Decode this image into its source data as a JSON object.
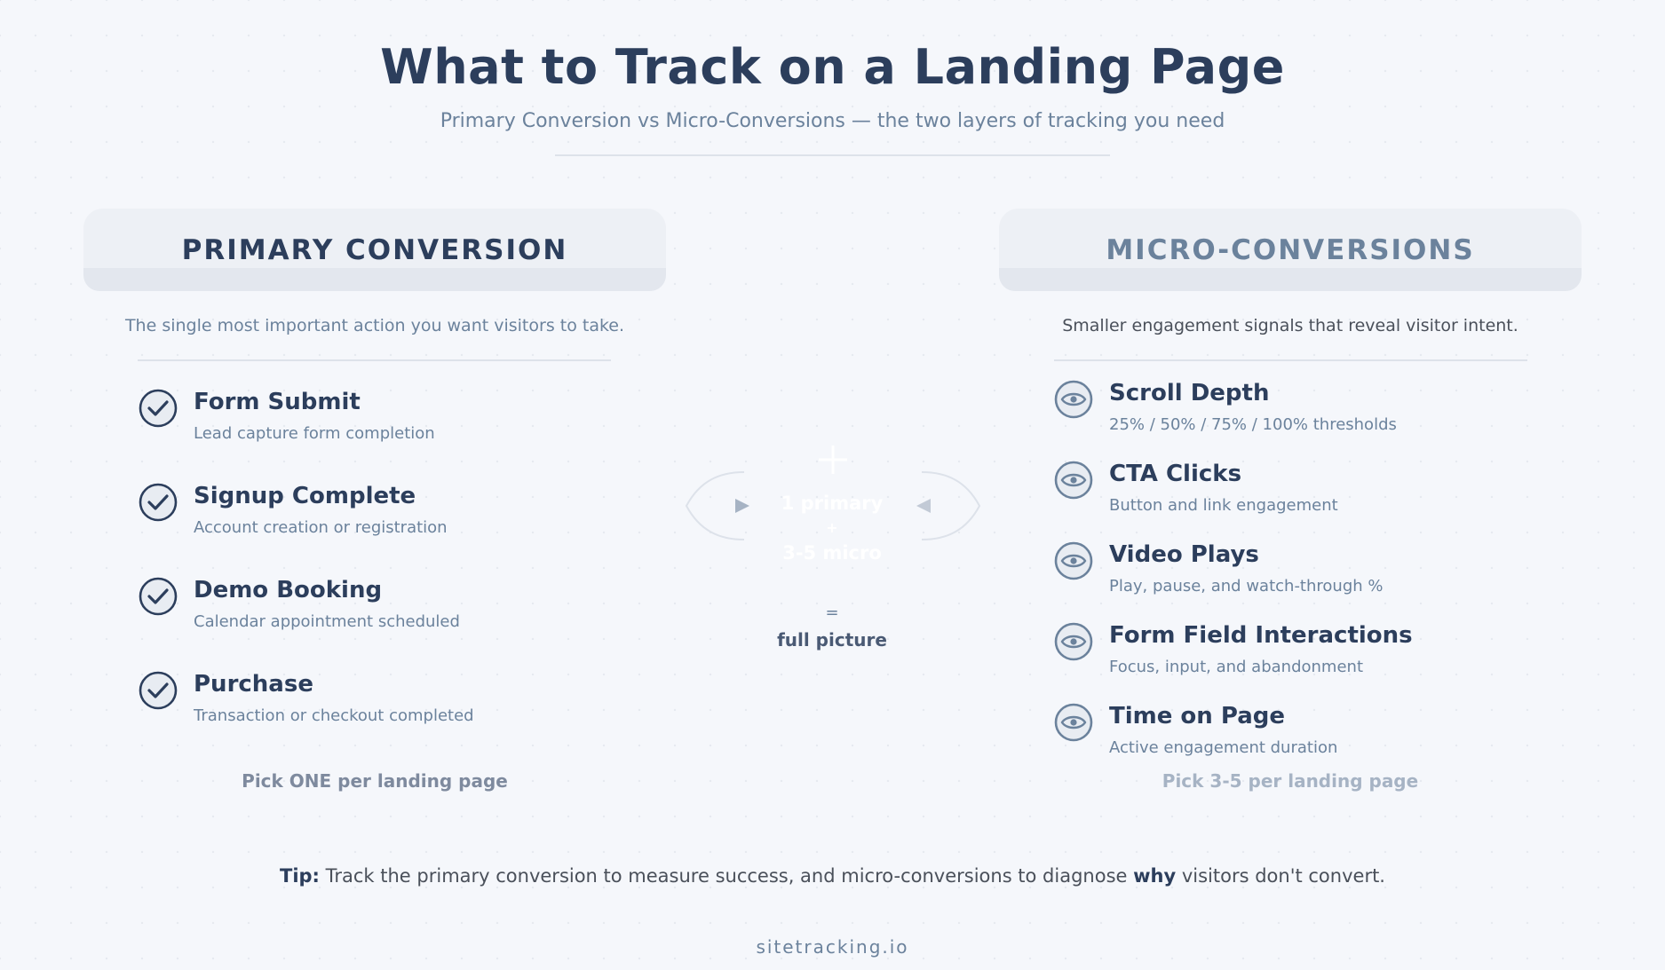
{
  "header": {
    "title": "What to Track on a Landing Page",
    "subtitle": "Primary Conversion vs Micro-Conversions — the two layers of tracking you need"
  },
  "primary": {
    "heading": "PRIMARY CONVERSION",
    "description": "The single most important action you want visitors to take.",
    "items": [
      {
        "title": "Form Submit",
        "desc": "Lead capture form completion",
        "icon": "check-circle-icon"
      },
      {
        "title": "Signup Complete",
        "desc": "Account creation or registration",
        "icon": "check-circle-icon"
      },
      {
        "title": "Demo Booking",
        "desc": "Calendar appointment scheduled",
        "icon": "check-circle-icon"
      },
      {
        "title": "Purchase",
        "desc": "Transaction or checkout completed",
        "icon": "check-circle-icon"
      }
    ],
    "pick_note": "Pick ONE per landing page"
  },
  "micro": {
    "heading": "MICRO-CONVERSIONS",
    "description": "Smaller engagement signals that reveal visitor intent.",
    "items": [
      {
        "title": "Scroll Depth",
        "desc": "25% / 50% / 75% / 100% thresholds",
        "icon": "eye-icon"
      },
      {
        "title": "CTA Clicks",
        "desc": "Button and link engagement",
        "icon": "eye-icon"
      },
      {
        "title": "Video Plays",
        "desc": "Play, pause, and watch-through %",
        "icon": "eye-icon"
      },
      {
        "title": "Form Field Interactions",
        "desc": "Focus, input, and abandonment",
        "icon": "eye-icon"
      },
      {
        "title": "Time on Page",
        "desc": "Active engagement duration",
        "icon": "eye-icon"
      }
    ],
    "pick_note": "Pick 3-5 per landing page"
  },
  "center": {
    "plus_symbol": "+",
    "line1": "1 primary",
    "line2": "+",
    "line3": "3-5 micro",
    "equals": "=",
    "result": "full picture"
  },
  "tip": {
    "label": "Tip:",
    "text_before": " Track the primary conversion to measure success, and micro-conversions to diagnose ",
    "emphasis": "why",
    "text_after": " visitors don't convert."
  },
  "footer": {
    "site": "sitetracking.io"
  },
  "colors": {
    "background": "#f5f7fb",
    "navy": "#2c3e5c",
    "slate": "#6b829c",
    "divider": "#dde2ea"
  }
}
